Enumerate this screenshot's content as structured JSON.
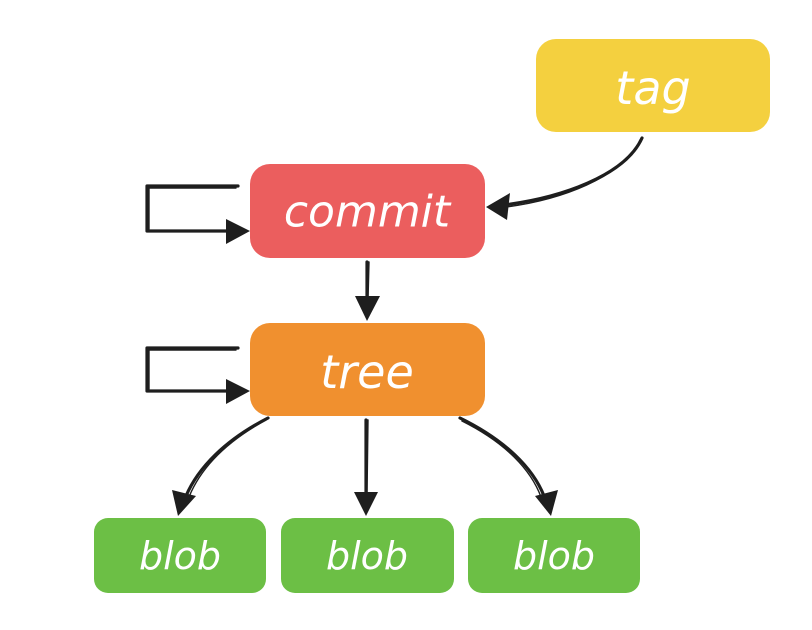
{
  "nodes": {
    "tag": {
      "label": "tag",
      "color": "#F4D03F"
    },
    "commit": {
      "label": "commit",
      "color": "#EB5E5E"
    },
    "tree": {
      "label": "tree",
      "color": "#F0902F"
    },
    "blob_1": {
      "label": "blob",
      "color": "#6CBF45"
    },
    "blob_2": {
      "label": "blob",
      "color": "#6CBF45"
    },
    "blob_3": {
      "label": "blob",
      "color": "#6CBF45"
    }
  },
  "edges": [
    {
      "from": "tag",
      "to": "commit"
    },
    {
      "from": "commit",
      "to": "commit"
    },
    {
      "from": "commit",
      "to": "tree"
    },
    {
      "from": "tree",
      "to": "tree"
    },
    {
      "from": "tree",
      "to": "blob_1"
    },
    {
      "from": "tree",
      "to": "blob_2"
    },
    {
      "from": "tree",
      "to": "blob_3"
    }
  ],
  "colors": {
    "edge": "#1e1e1e",
    "label": "#ffffff"
  }
}
